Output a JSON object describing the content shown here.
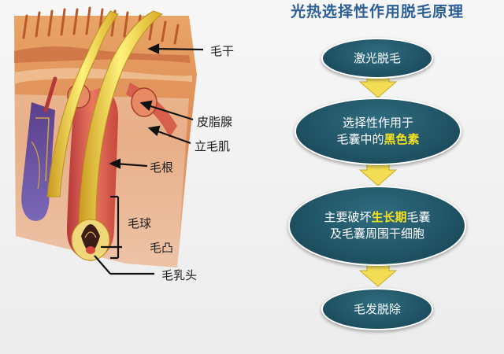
{
  "title": "光热选择性作用脱毛原理",
  "labels": {
    "hair_shaft": "毛干",
    "sebaceous_gland": "皮脂腺",
    "arrector_pili": "立毛肌",
    "hair_root": "毛根",
    "hair_bulb": "毛球",
    "hair_bulge": "毛凸",
    "dermal_papilla": "毛乳头"
  },
  "flow": {
    "step1": "激光脱毛",
    "step2_line1": "选择性作用于",
    "step2_line2_pre": "毛囊中的",
    "step2_line2_hl": "黑色素",
    "step3_line1_pre": "主要破坏",
    "step3_line1_hl": "生长期",
    "step3_line1_post": "毛囊",
    "step3_line2": "及毛囊周围干细胞",
    "step4": "毛发脱除"
  },
  "colors": {
    "title": "#2d5f97",
    "node_fill": "#1d4f60",
    "highlight": "#f4e01c",
    "arrow": "#f3dd54"
  }
}
